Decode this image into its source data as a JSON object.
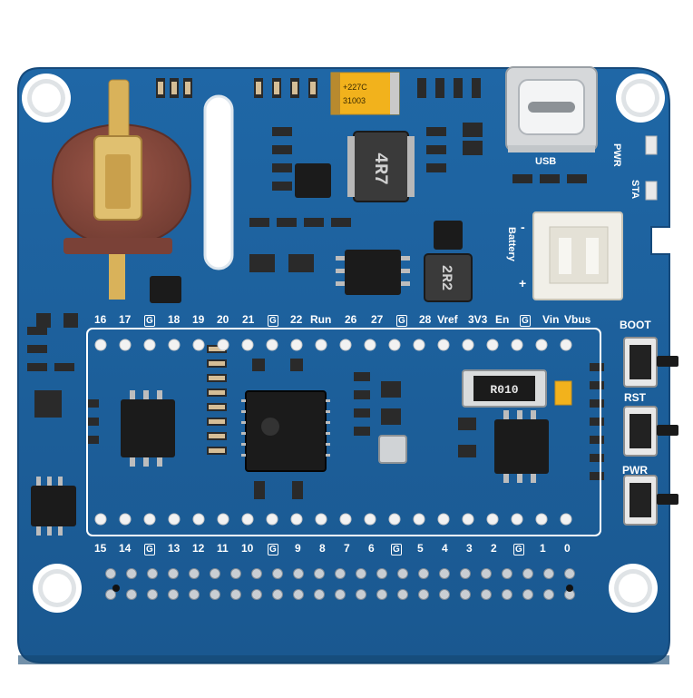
{
  "board": {
    "colors": {
      "pcb": "#1d5f9a",
      "pcb_dark": "#174f84",
      "silkscreen": "#ffffff",
      "copper": "#d9b25a",
      "coin_cell": "#8a4a3e",
      "ic": "#1b1b1b",
      "connector": "#f1efe8"
    },
    "top_pin_labels": [
      "16",
      "17",
      "G",
      "18",
      "19",
      "20",
      "21",
      "G",
      "22",
      "Run",
      "26",
      "27",
      "G",
      "28",
      "Vref",
      "3V3",
      "En",
      "G",
      "Vin",
      "Vbus"
    ],
    "bottom_pin_labels": [
      "15",
      "14",
      "G",
      "13",
      "12",
      "11",
      "10",
      "G",
      "9",
      "8",
      "7",
      "6",
      "G",
      "5",
      "4",
      "3",
      "2",
      "G",
      "1",
      "0"
    ],
    "button_labels": {
      "boot": "BOOT",
      "rst": "RST",
      "pwr": "PWR"
    },
    "led_labels": {
      "pwr": "PWR",
      "sta": "STA"
    },
    "usb_label": "USB",
    "battery_label": "Battery",
    "battery_minus": "-",
    "battery_plus": "+",
    "inductor_large_marking": "4R7",
    "inductor_small_marking": "2R2",
    "resistor_marking": "R010",
    "capacitor_marking_line1": "+227C",
    "capacitor_marking_line2": "31003"
  }
}
